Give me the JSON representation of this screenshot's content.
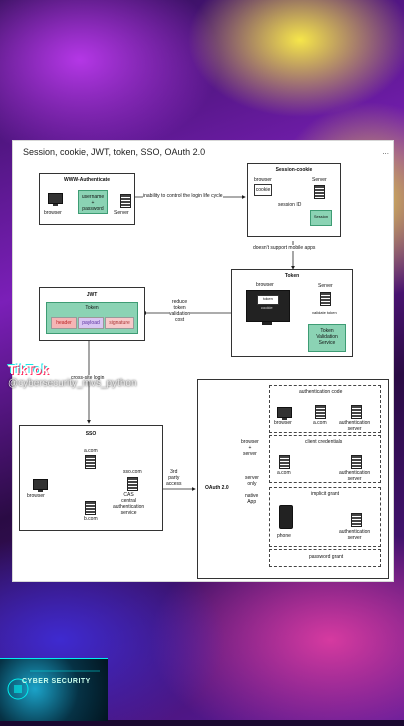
{
  "diagram": {
    "title": "Session, cookie, JWT, token, SSO, OAuth 2.0",
    "title_suffix": "...",
    "www_auth": {
      "title": "WWW-Authenticate",
      "browser": "browser",
      "creds": "username\n+\npassword",
      "server": "Server"
    },
    "edge_inability": "inability to control the login life cycle",
    "session_cookie": {
      "title": "Session-cookie",
      "browser": "browser",
      "cookie": "cookie",
      "server": "Server",
      "session_id": "session ID",
      "session": "Session"
    },
    "edge_mobile": "doesn't support mobile apps",
    "token": {
      "title": "Token",
      "browser": "browser",
      "token_label": "token",
      "cookie": "cookie",
      "server": "Server",
      "validate": "validate token",
      "service": "Token\nValidation\nService"
    },
    "edge_reduce": "reduce\ntoken\nvalidation\ncost",
    "jwt": {
      "title": "JWT",
      "token": "Token",
      "header": "header",
      "payload": "payload",
      "signature": "signature"
    },
    "edge_cross": "cross-site login",
    "sso": {
      "title": "SSO",
      "a_com": "a.com",
      "browser": "browser",
      "sso_com": "sso.com",
      "b_com": "b.com",
      "cas": "CAS\ncentral\nauthentication\nservice"
    },
    "edge_third": "3rd\nparty\naccess",
    "oauth": {
      "title": "OAuth 2.0",
      "browser_server": "browser\n+\nserver",
      "server_only": "server\nonly",
      "native_app": "native\nApp",
      "auth_code": "authentication code",
      "browser": "browser",
      "a_com": "a.com",
      "auth_server": "authentication\nserver",
      "client_cred": "client credentials",
      "a_com2": "a.com",
      "auth_server2": "authentication\nserver",
      "implicit": "implicit grant",
      "phone": "phone",
      "auth_server3": "authentication\nserver",
      "password": "password grant"
    }
  },
  "overlay": {
    "tiktok": "TikTok",
    "handle": "@cybersecurity_mvs_python",
    "logo": "CYBER SECURITY"
  },
  "colors": {
    "accent_green": "#8bd3b4",
    "header_red": "#f5b5b5",
    "payload_purple": "#d9c6f2",
    "signature_pink": "#f7c9c9"
  }
}
